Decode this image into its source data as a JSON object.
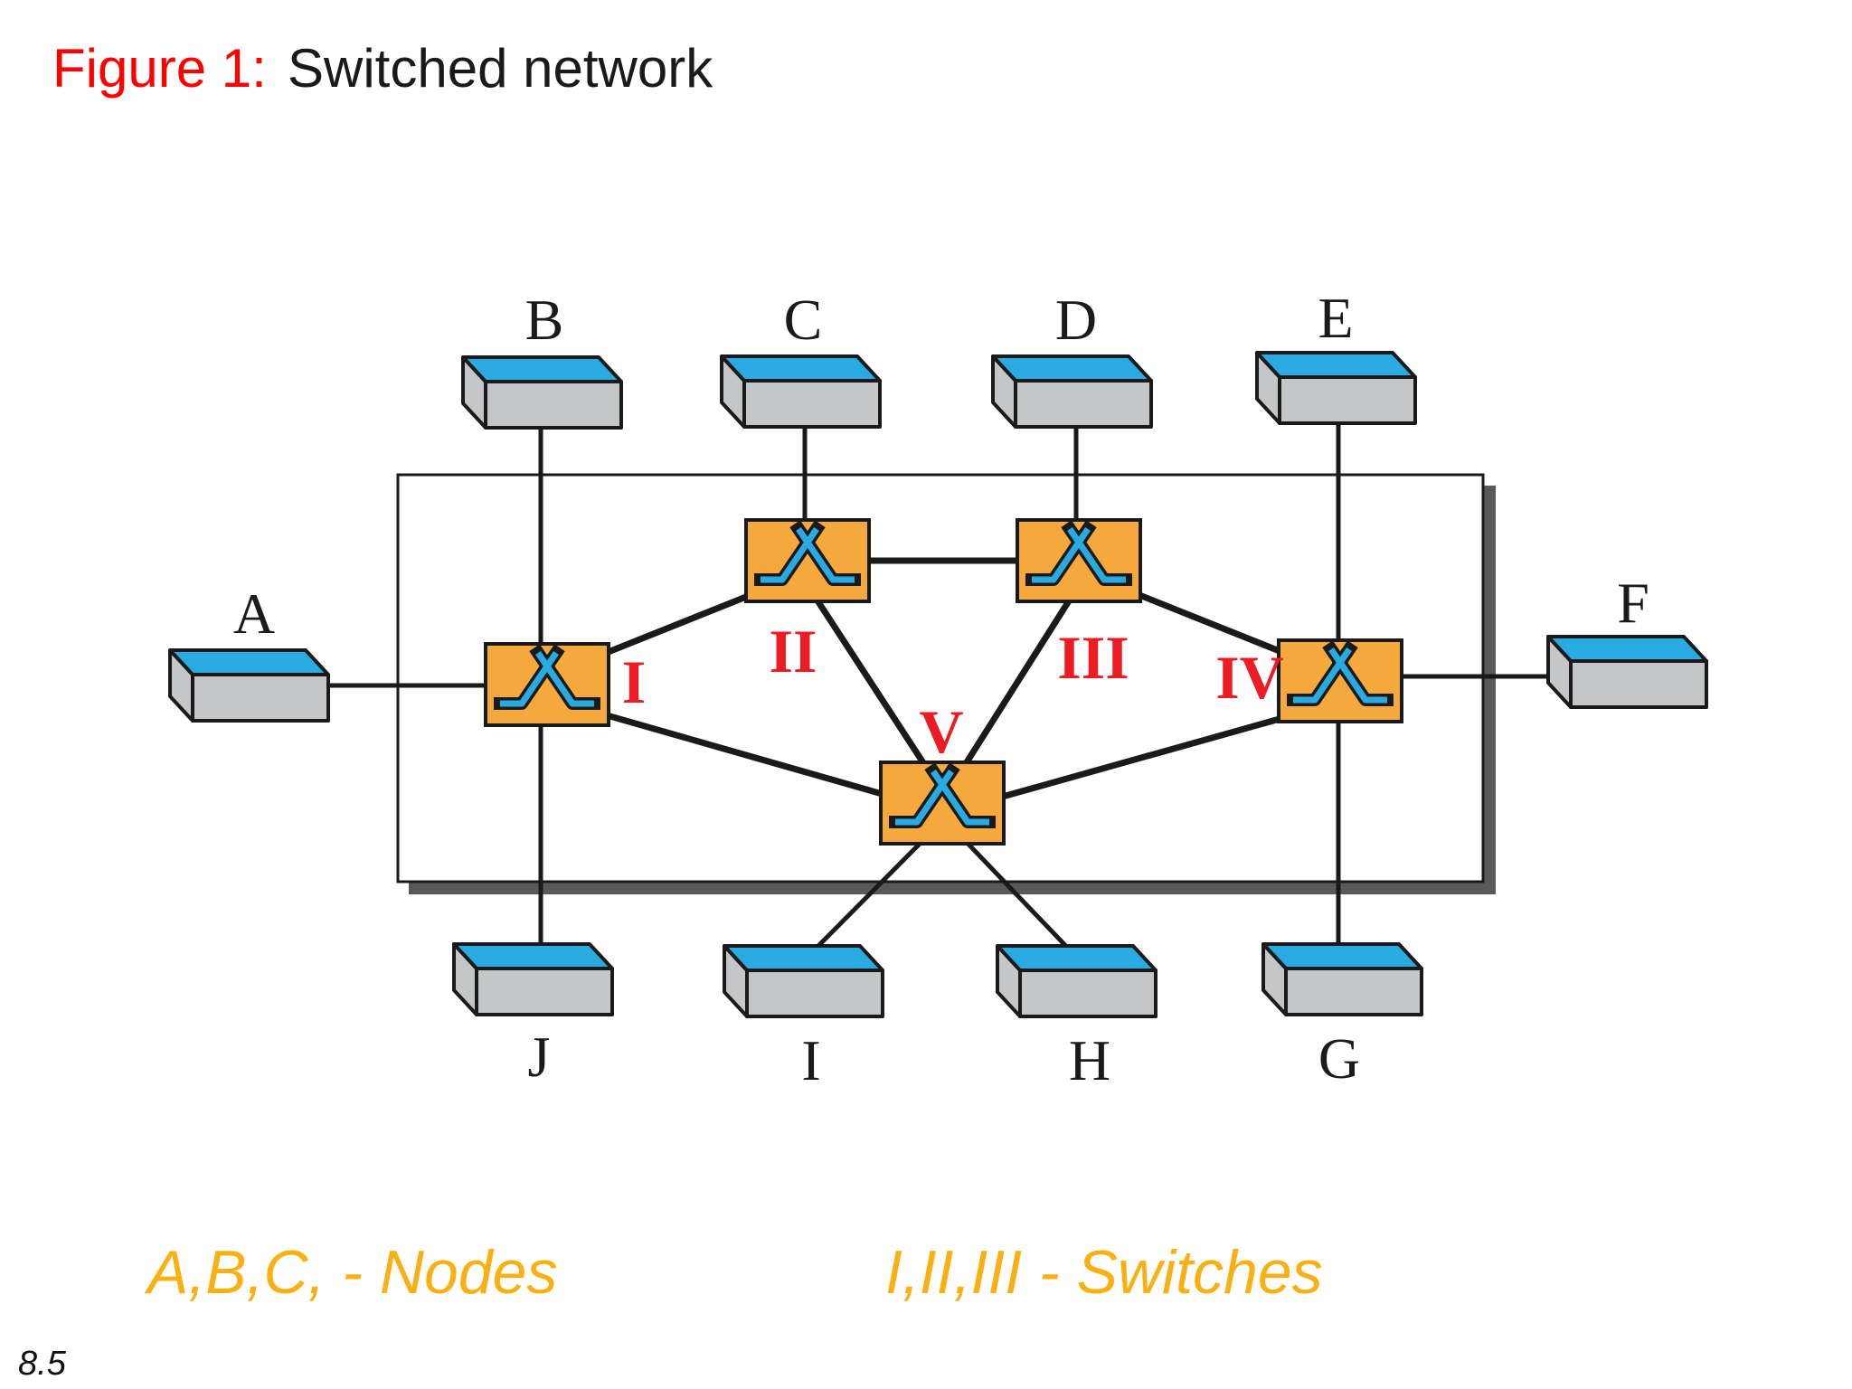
{
  "title": {
    "figure_label": "Figure 1:",
    "figure_title": "Switched network"
  },
  "page_number": "8.5",
  "legend": {
    "nodes": "A,B,C, - Nodes",
    "switches": "I,II,III - Switches"
  },
  "colors": {
    "title_red": "#fe0000",
    "numeral_red": "#ec1c24",
    "node_top_blue": "#29abe2",
    "node_body_gray": "#c5c6c8",
    "switch_orange": "#f5a83c",
    "switch_icon_blue": "#29abe2",
    "legend_orange": "#f9b013",
    "boundary_shadow_gray": "#58595b",
    "line_black": "#1a1a1a"
  },
  "network": {
    "nodes": [
      {
        "id": "A",
        "label": "A"
      },
      {
        "id": "B",
        "label": "B"
      },
      {
        "id": "C",
        "label": "C"
      },
      {
        "id": "D",
        "label": "D"
      },
      {
        "id": "E",
        "label": "E"
      },
      {
        "id": "F",
        "label": "F"
      },
      {
        "id": "G",
        "label": "G"
      },
      {
        "id": "H",
        "label": "H"
      },
      {
        "id": "I",
        "label": "I"
      },
      {
        "id": "J",
        "label": "J"
      }
    ],
    "switches": [
      {
        "id": "I",
        "label": "I"
      },
      {
        "id": "II",
        "label": "II"
      },
      {
        "id": "III",
        "label": "III"
      },
      {
        "id": "IV",
        "label": "IV"
      },
      {
        "id": "V",
        "label": "V"
      }
    ],
    "links": [
      {
        "from": "node-A",
        "to": "switch-I"
      },
      {
        "from": "node-B",
        "to": "switch-I"
      },
      {
        "from": "node-J",
        "to": "switch-I"
      },
      {
        "from": "node-C",
        "to": "switch-II"
      },
      {
        "from": "node-D",
        "to": "switch-III"
      },
      {
        "from": "node-E",
        "to": "switch-IV"
      },
      {
        "from": "node-F",
        "to": "switch-IV"
      },
      {
        "from": "node-G",
        "to": "switch-IV"
      },
      {
        "from": "node-H",
        "to": "switch-V"
      },
      {
        "from": "node-I",
        "to": "switch-V"
      },
      {
        "from": "switch-I",
        "to": "switch-II"
      },
      {
        "from": "switch-II",
        "to": "switch-III"
      },
      {
        "from": "switch-III",
        "to": "switch-IV"
      },
      {
        "from": "switch-I",
        "to": "switch-V"
      },
      {
        "from": "switch-II",
        "to": "switch-V"
      },
      {
        "from": "switch-III",
        "to": "switch-V"
      },
      {
        "from": "switch-IV",
        "to": "switch-V"
      }
    ]
  }
}
